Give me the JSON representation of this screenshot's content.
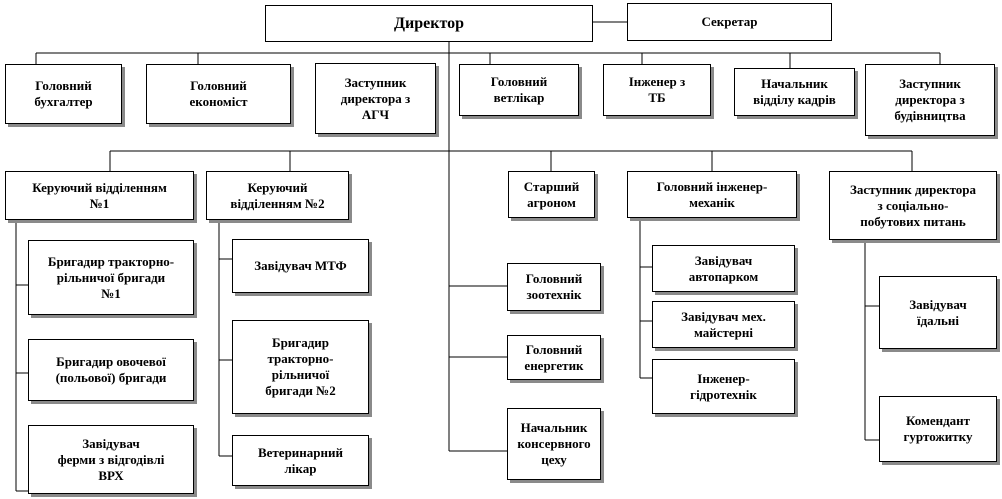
{
  "diagram": {
    "top": {
      "director": "Директор",
      "secretary": "Секретар"
    },
    "second_row": [
      "Головний\nбухгалтер",
      "Головний\nекономіст",
      "Заступник\nдиректора з\nАГЧ",
      "Головний\nветлікар",
      "Інженер з\nТБ",
      "Начальник\nвідділу кадрів",
      "Заступник\nдиректора з\nбудівництва"
    ],
    "third_row": [
      "Керуючий відділенням\n№1",
      "Керуючий\nвідділенням №2",
      "Старший\nагроном",
      "Головний інженер-\nмеханік",
      "Заступник директора\nз соціально-\nпобутових питань"
    ],
    "dept1": [
      "Бригадир тракторно-\nрільничої бригади\n№1",
      "Бригадир овочевої\n(польової) бригади",
      "Завідувач\nферми з відгодівлі\nВРХ"
    ],
    "dept2": [
      "Завідувач МТФ",
      "Бригадир\nтракторно-\nрільничої\nбригади №2",
      "Ветеринарний\nлікар"
    ],
    "center": [
      "Головний\nзоотехнік",
      "Головний\nенергетик",
      "Начальник\nконсервного\nцеху"
    ],
    "mechanic": [
      "Завідувач\nавтопарком",
      "Завідувач мех.\nмайстерні",
      "Інженер-\nгідротехнік"
    ],
    "social": [
      "Завідувач\nїдальні",
      "Комендант\nгуртожитку"
    ]
  }
}
